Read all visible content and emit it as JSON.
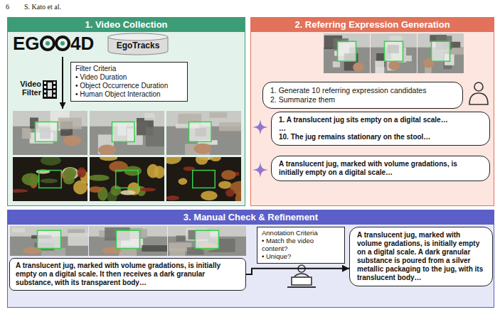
{
  "diagram": {
    "nodes": [
      {
        "text": [
          "1. Video Collection"
        ]
      },
      {
        "text": [
          "EgoTracks"
        ],
        "in": 0
      },
      {
        "text": [
          "Filter Criteria",
          "• Video Duration",
          "• Object Occurrence Duration",
          "• Human Object Interaction"
        ],
        "in": 0
      },
      {
        "text": [
          "2. Referring Expression Generation"
        ]
      },
      {
        "text": [
          "1. Generate 10 referring expression candidates",
          "2. Summarize them"
        ],
        "in": 3
      },
      {
        "text": [
          "1. A translucent jug sits empty on a digital scale…",
          "…",
          "10. The jug remains stationary on the stool…"
        ],
        "in": 3
      },
      {
        "text": [
          "A translucent jug, marked with volume gradations, is initially empty on a digital scale…"
        ],
        "in": 3
      },
      {
        "text": [
          "3. Manual Check & Refinement"
        ]
      },
      {
        "text": [
          "A translucent jug, marked with volume gradations, is initially empty on a digital scale. It then receives a dark granular substance, with its transparent body…"
        ],
        "in": 7
      },
      {
        "text": [
          "Annotation Criteria",
          "• Match the video content?",
          "• Unique?"
        ],
        "in": 7
      },
      {
        "text": [
          "A translucent jug, marked with volume gradations, is initially empty on a digital scale. A dark granular substance is poured from a silver metallic packaging to the jug, with its translucent body…"
        ],
        "in": 7
      }
    ],
    "edges": [
      {
        "from": 8,
        "to": 10,
        "arrow": "to"
      }
    ],
    "labels": [
      "6",
      "S. Kato et al.",
      "EG",
      "4D",
      "Video Filter"
    ]
  }
}
